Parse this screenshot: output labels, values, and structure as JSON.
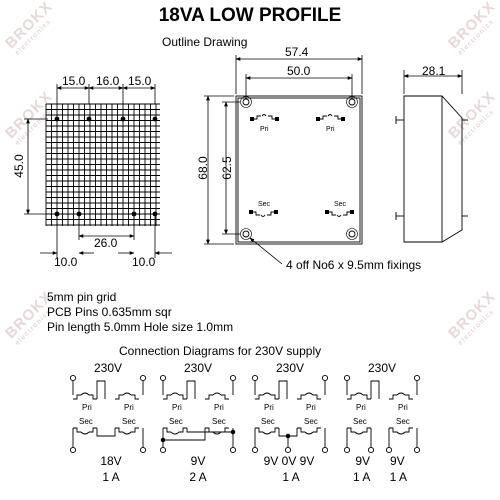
{
  "title": "18VA LOW PROFILE",
  "subtitle": "Outline Drawing",
  "watermark": {
    "brand": "BROKX",
    "sub": "electronics"
  },
  "grid_dims": {
    "top": [
      "15.0",
      "16.0",
      "15.0"
    ],
    "height": "45.0",
    "middle": "26.0",
    "bottom_left": "10.0",
    "bottom_right": "10.0"
  },
  "outline_dims": {
    "overall_width": "57.4",
    "hole_width": "50.0",
    "overall_height": "68.0",
    "hole_height": "62.5",
    "depth": "28.1"
  },
  "winding_labels": {
    "primary": "Pri",
    "secondary": "Sec"
  },
  "fixings": "4 off No6 x 9.5mm fixings",
  "specs": [
    "5mm pin grid",
    "PCB Pins 0.635mm sqr",
    "Pin length 5.0mm Hole size 1.0mm"
  ],
  "connection_title": "Connection Diagrams for 230V supply",
  "connections": [
    {
      "primary": "230V",
      "voltage": "18V",
      "current": "1 A"
    },
    {
      "primary": "230V",
      "voltage": "9V",
      "current": "2 A"
    },
    {
      "primary": "230V",
      "voltage": "9V 0V 9V",
      "current": "1 A"
    },
    {
      "primary": "230V",
      "voltage": "9V      9V",
      "current": "1 A      1 A"
    }
  ]
}
